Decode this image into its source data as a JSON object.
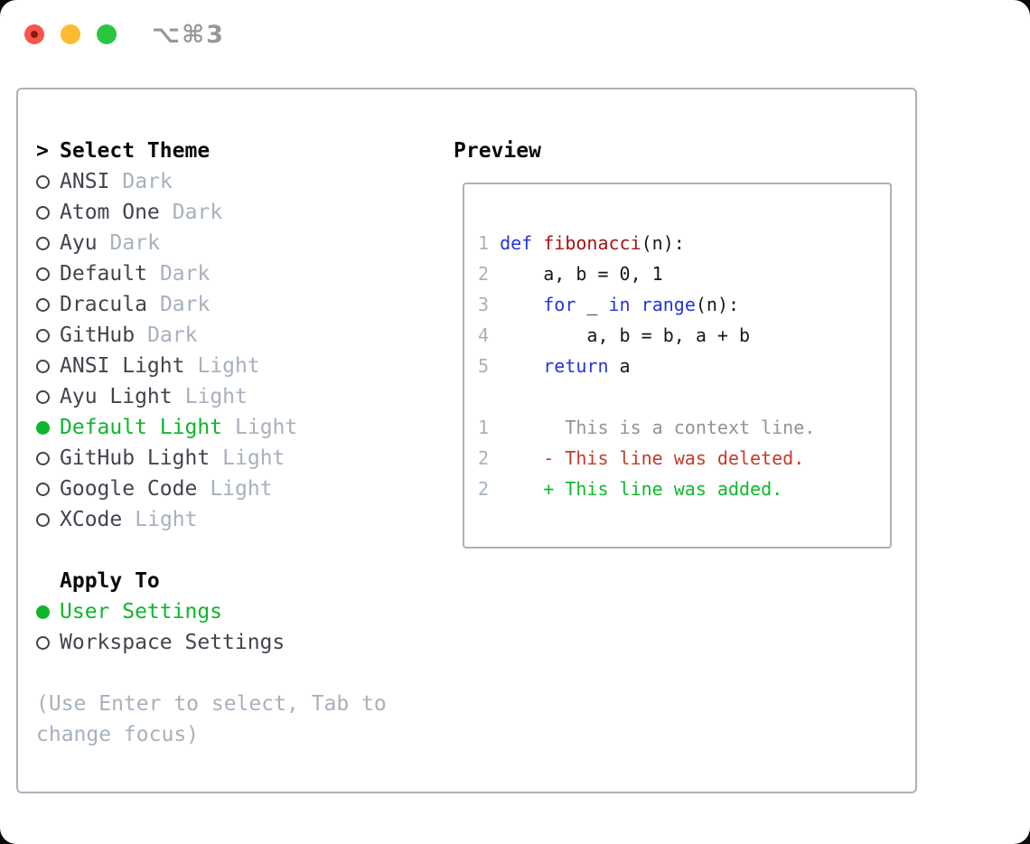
{
  "window": {
    "title_shortcut": "⌥⌘3"
  },
  "traffic_lights": [
    {
      "name": "close",
      "color": "#f8554d",
      "inner_color": "#891c12"
    },
    {
      "name": "minimize",
      "color": "#fdbc2f",
      "inner_color": null
    },
    {
      "name": "zoom",
      "color": "#2ac63f",
      "inner_color": null
    }
  ],
  "theme_picker": {
    "header_prefix": ">",
    "header": "Select Theme",
    "themes": [
      {
        "name": "ANSI",
        "variant": "Dark",
        "selected": false
      },
      {
        "name": "Atom One",
        "variant": "Dark",
        "selected": false
      },
      {
        "name": "Ayu",
        "variant": "Dark",
        "selected": false
      },
      {
        "name": "Default",
        "variant": "Dark",
        "selected": false
      },
      {
        "name": "Dracula",
        "variant": "Dark",
        "selected": false
      },
      {
        "name": "GitHub",
        "variant": "Dark",
        "selected": false
      },
      {
        "name": "ANSI Light",
        "variant": "Light",
        "selected": false
      },
      {
        "name": "Ayu Light",
        "variant": "Light",
        "selected": false
      },
      {
        "name": "Default Light",
        "variant": "Light",
        "selected": true
      },
      {
        "name": "GitHub Light",
        "variant": "Light",
        "selected": false
      },
      {
        "name": "Google Code",
        "variant": "Light",
        "selected": false
      },
      {
        "name": "XCode",
        "variant": "Light",
        "selected": false
      }
    ],
    "apply_to": {
      "header": "Apply To",
      "options": [
        {
          "name": "User Settings",
          "selected": true
        },
        {
          "name": "Workspace Settings",
          "selected": false
        }
      ]
    },
    "help_text": "(Use Enter to select, Tab to\nchange focus)"
  },
  "preview": {
    "label": "Preview",
    "lines": [
      {
        "segs": [
          [
            "num",
            "1 "
          ],
          [
            "kw",
            "def"
          ],
          [
            "plain",
            " "
          ],
          [
            "fn",
            "fibonacci"
          ],
          [
            "plain",
            "(n):"
          ]
        ]
      },
      {
        "segs": [
          [
            "num",
            "2 "
          ],
          [
            "plain",
            "    a, b = 0, 1"
          ]
        ]
      },
      {
        "segs": [
          [
            "num",
            "3 "
          ],
          [
            "plain",
            "    "
          ],
          [
            "kw",
            "for"
          ],
          [
            "plain",
            " _ "
          ],
          [
            "kw",
            "in"
          ],
          [
            "plain",
            " "
          ],
          [
            "kw",
            "range"
          ],
          [
            "plain",
            "(n):"
          ]
        ]
      },
      {
        "segs": [
          [
            "num",
            "4 "
          ],
          [
            "plain",
            "        a, b = b, a + b"
          ]
        ]
      },
      {
        "segs": [
          [
            "num",
            "5 "
          ],
          [
            "plain",
            "    "
          ],
          [
            "kw",
            "return"
          ],
          [
            "plain",
            " a"
          ]
        ]
      },
      {
        "segs": []
      },
      {
        "segs": [
          [
            "num",
            "1"
          ],
          [
            "ctx",
            "       This is a context line."
          ]
        ]
      },
      {
        "segs": [
          [
            "num",
            "2"
          ],
          [
            "plain",
            "     "
          ],
          [
            "del",
            "- This line was deleted."
          ]
        ]
      },
      {
        "segs": [
          [
            "num",
            "2"
          ],
          [
            "plain",
            "     "
          ],
          [
            "add",
            "+ This line was added."
          ]
        ]
      }
    ]
  },
  "colors": {
    "border": "#a9b3bd",
    "ink": "#40454d",
    "heading": "#0a0a0a",
    "muted": "#a7b1bd",
    "green": "#0fb62b",
    "blue": "#2236dc",
    "fnred": "#a31515",
    "delred": "#c43a2c",
    "addgreen": "#0fb92d",
    "ctxgray": "#8f9399",
    "codeink": "#17181c",
    "title_gray": "#97989d"
  }
}
